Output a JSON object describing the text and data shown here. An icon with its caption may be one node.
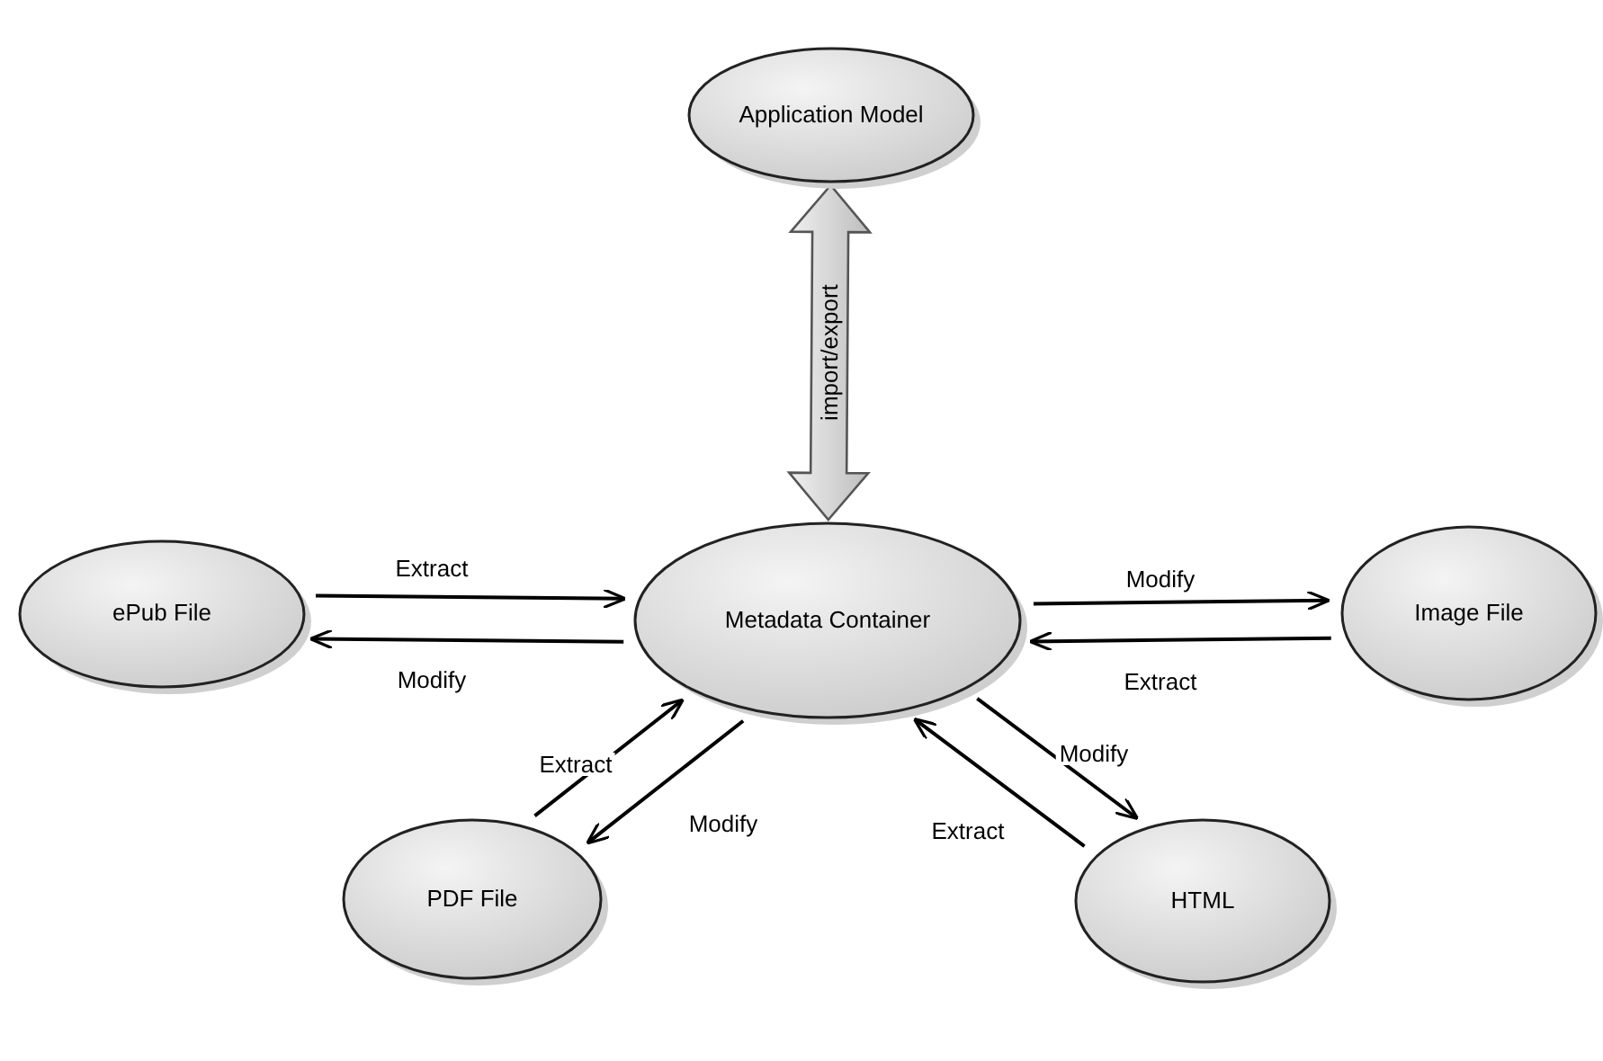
{
  "diagram": {
    "nodes": [
      {
        "text": [
          "Application Model"
        ]
      },
      {
        "text": [
          "ePub File"
        ]
      },
      {
        "text": [
          "Metadata Container"
        ]
      },
      {
        "text": [
          "Image File"
        ]
      },
      {
        "text": [
          "PDF File"
        ]
      },
      {
        "text": [
          "HTML"
        ]
      }
    ],
    "edges": [
      {
        "from": 0,
        "to": 2,
        "arrow": "both",
        "label": "import/export",
        "style": "thick"
      },
      {
        "from": 1,
        "to": 2,
        "arrow": "to",
        "label": "Extract"
      },
      {
        "from": 2,
        "to": 1,
        "arrow": "to",
        "label": "Modify"
      },
      {
        "from": 2,
        "to": 3,
        "arrow": "to",
        "label": "Modify"
      },
      {
        "from": 3,
        "to": 2,
        "arrow": "to",
        "label": "Extract"
      },
      {
        "from": 4,
        "to": 2,
        "arrow": "to",
        "label": "Extract"
      },
      {
        "from": 2,
        "to": 4,
        "arrow": "to",
        "label": "Modify"
      },
      {
        "from": 2,
        "to": 5,
        "arrow": "to",
        "label": "Modify"
      },
      {
        "from": 5,
        "to": 2,
        "arrow": "to",
        "label": "Extract"
      }
    ]
  }
}
